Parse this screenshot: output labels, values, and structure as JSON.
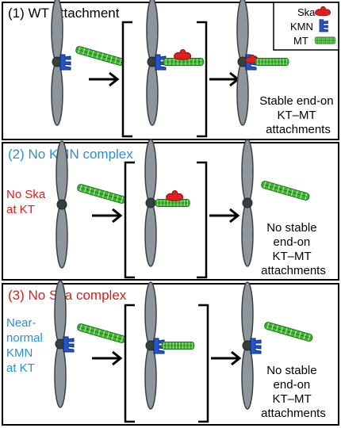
{
  "legend": {
    "items": [
      {
        "label": "Ska",
        "icon": "ska-icon",
        "color": "#e02020"
      },
      {
        "label": "KMN",
        "icon": "kmn-icon",
        "color": "#2456c9"
      },
      {
        "label": "MT",
        "icon": "mt-icon",
        "color": "#44b53a"
      }
    ]
  },
  "panels": [
    {
      "title": "(1) WT attachment",
      "title_color": "#000000",
      "side_label": [],
      "result": [
        "Stable end-on",
        "KT–MT",
        "attachments"
      ]
    },
    {
      "title": "(2) No KMN complex",
      "title_color": "#2a8fd4",
      "side_label": [
        "No Ska",
        "at KT"
      ],
      "side_color": "#e01b1b",
      "result": [
        "No stable",
        "end-on",
        "KT–MT",
        "attachments"
      ]
    },
    {
      "title": "(3) No Ska complex",
      "title_color": "#e01b1b",
      "side_label": [
        "Near-",
        "normal",
        "KMN",
        "at KT"
      ],
      "side_color": "#2a8fd4",
      "result": [
        "No stable",
        "end-on",
        "KT–MT",
        "attachments"
      ]
    }
  ]
}
